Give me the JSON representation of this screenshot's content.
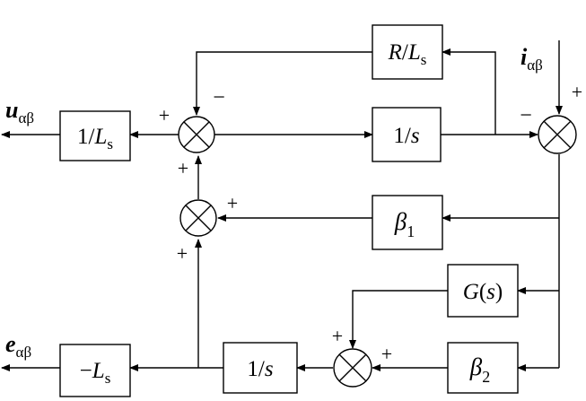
{
  "blocks": {
    "inv_ls": {
      "num": "1/",
      "var": "L",
      "sub": "s"
    },
    "r_over_ls": {
      "num": "R/",
      "var": "L",
      "sub": "s"
    },
    "integrator_top": {
      "prefix": "1/",
      "var": "s"
    },
    "beta1": {
      "sym": "β",
      "sub": "1"
    },
    "g_of_s": {
      "pre": "G(",
      "var": "s",
      "post": ")"
    },
    "beta2": {
      "sym": "β",
      "sub": "2"
    },
    "integrator_bottom": {
      "prefix": "1/",
      "var": "s"
    },
    "neg_ls": {
      "pre": "−",
      "var": "L",
      "sub": "s"
    }
  },
  "signals": {
    "u_out": {
      "sym": "u",
      "sub": "αβ"
    },
    "i_in": {
      "sym": "i",
      "sub": "αβ"
    },
    "e_out": {
      "sym": "e",
      "sub": "αβ"
    }
  },
  "signs": {
    "sum1_left": "+",
    "sum1_top": "−",
    "sum1_bottom": "+",
    "sum2_right": "+",
    "sum2_bottom": "+",
    "sum3_left": "−",
    "sum3_right": "+",
    "sum4_top": "+",
    "sum4_right": "+"
  }
}
